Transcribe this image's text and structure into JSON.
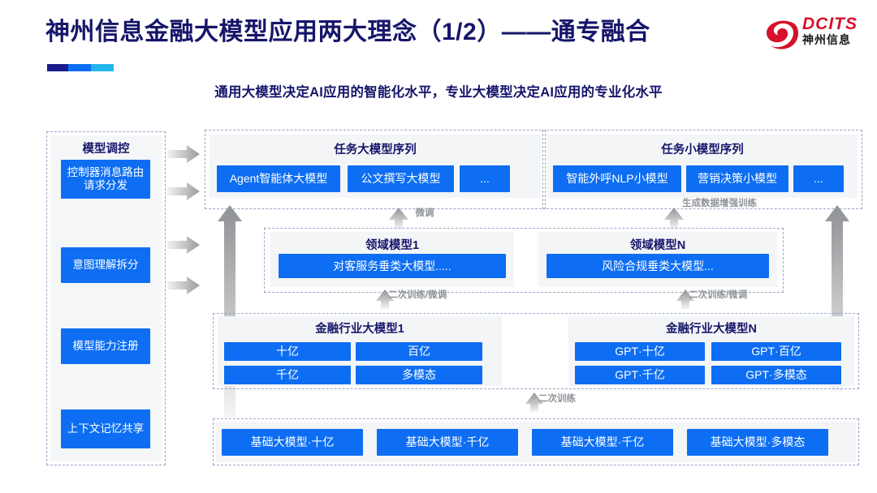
{
  "header": {
    "title": "神州信息金融大模型应用两大理念（1/2）——通专融合",
    "subtitle": "通用大模型决定AI应用的智能化水平，专业大模型决定AI应用的专业化水平",
    "accent_colors": [
      "#1b1d8e",
      "#0d6ef3",
      "#22b6ec"
    ],
    "brand_color": "#16166b"
  },
  "logo": {
    "name": "DCITS",
    "cn_name": "神州信息",
    "color": "#d6112b"
  },
  "sidebar": {
    "title": "模型调控",
    "items": [
      {
        "label": "控制器消息路由请求分发"
      },
      {
        "label": "意图理解拆分"
      },
      {
        "label": "模型能力注册"
      },
      {
        "label": "上下文记忆共享"
      }
    ]
  },
  "top_row": {
    "left": {
      "title": "任务大模型序列",
      "chips": [
        "Agent智能体大模型",
        "公文撰写大模型",
        "..."
      ]
    },
    "right": {
      "title": "任务小模型序列",
      "chips": [
        "智能外呼NLP小模型",
        "营销决策小模型",
        "..."
      ]
    }
  },
  "domain_row": {
    "left": {
      "title": "领域模型1",
      "chip": "对客服务垂类大模型....."
    },
    "right": {
      "title": "领域模型N",
      "chip": "风险合规垂类大模型..."
    }
  },
  "industry_row": {
    "left": {
      "title": "金融行业大模型1",
      "chips": [
        "十亿",
        "百亿",
        "千亿",
        "多模态"
      ]
    },
    "right": {
      "title": "金融行业大模型N",
      "chips": [
        "GPT·十亿",
        "GPT·百亿",
        "GPT·千亿",
        "GPT·多模态"
      ]
    }
  },
  "base_row": {
    "chips": [
      "基础大模型·十亿",
      "基础大模型·千亿",
      "基础大模型·千亿",
      "基础大模型·多模态"
    ]
  },
  "arrow_labels": {
    "fine_tune": "微调",
    "data_aug": "生成数据增强训练",
    "retrain_tune_1": "二次训练/微调",
    "retrain_tune_2": "二次训练/微调",
    "retrain": "二次训练"
  },
  "colors": {
    "chip_blue": "#0d6ef3",
    "panel_gray": "#f4f5f7",
    "dash_border": "#9aa6c6",
    "arrow_gray": "#a6a8ab"
  }
}
